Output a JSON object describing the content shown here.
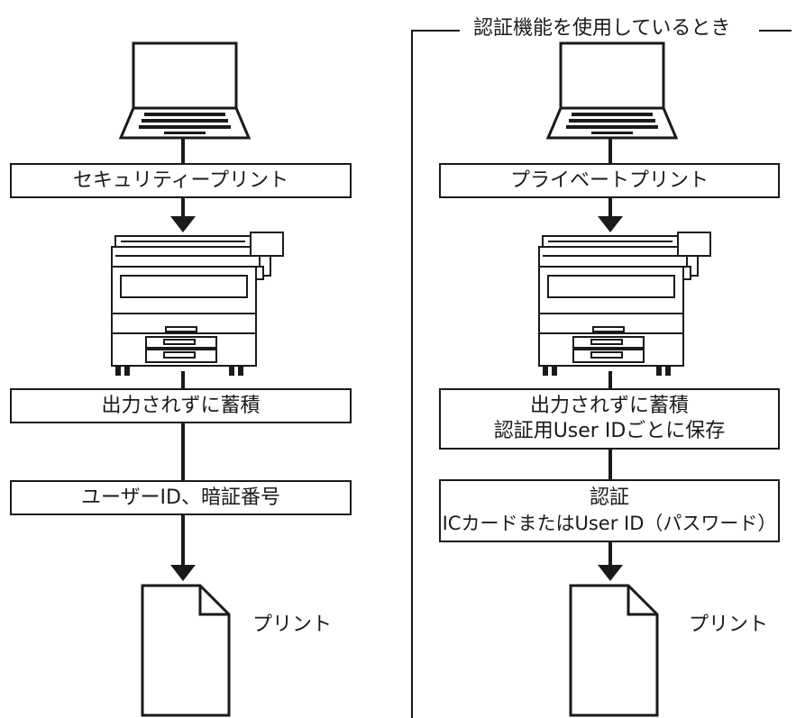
{
  "left_flow": {
    "step1": "セキュリティープリント",
    "step2": "出力されずに蓄積",
    "step3": "ユーザーID、暗証番号",
    "output": "プリント"
  },
  "right_flow": {
    "section_title": "認証機能を使用しているとき",
    "step1": "プライベートプリント",
    "step2_line1": "出力されずに蓄積",
    "step2_line2": "認証用User IDごとに保存",
    "step3_line1": "認証",
    "step3_line2": "ICカードまたはUser ID（パスワード）",
    "output": "プリント"
  },
  "icons": {
    "device": "laptop-icon",
    "printer": "printer-icon",
    "document": "document-icon"
  },
  "colors": {
    "line": "#1a1a1a",
    "background": "#ffffff"
  }
}
